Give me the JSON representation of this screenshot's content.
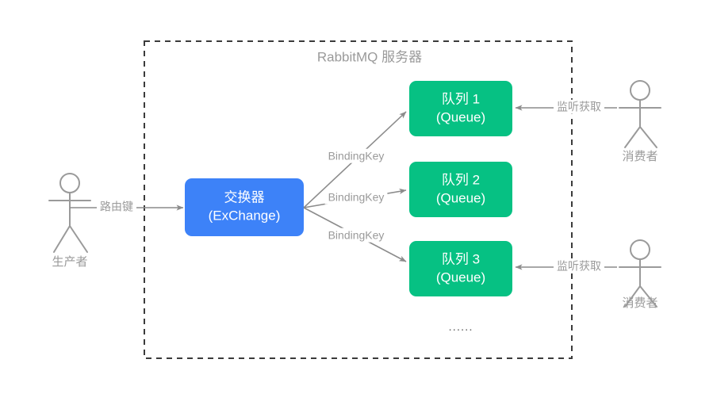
{
  "diagram": {
    "title": "RabbitMQ 服务器",
    "boundary": {
      "label": "rabbitmq-server-boundary"
    },
    "colors": {
      "exchange_fill": "#3d82f8",
      "queue_fill": "#06c183",
      "boundary_stroke": "#3b3b3b",
      "connector_stroke": "#8c8c8c",
      "label_text": "#9a9a9a",
      "box_text": "#ffffff",
      "background": "#ffffff"
    },
    "producer": {
      "label": "生产者",
      "edge_label": "路由键"
    },
    "exchange": {
      "line1": "交换器",
      "line2": "(ExChange)"
    },
    "queues": [
      {
        "line1": "队列 1",
        "line2": "(Queue)"
      },
      {
        "line1": "队列 2",
        "line2": "(Queue)"
      },
      {
        "line1": "队列 3",
        "line2": "(Queue)"
      }
    ],
    "binding_keys": [
      "BindingKey",
      "BindingKey",
      "BindingKey"
    ],
    "consumers": [
      {
        "label": "消费者",
        "edge_label": "监听获取"
      },
      {
        "label": "消费者",
        "edge_label": "监听获取"
      }
    ],
    "ellipsis": "......"
  }
}
